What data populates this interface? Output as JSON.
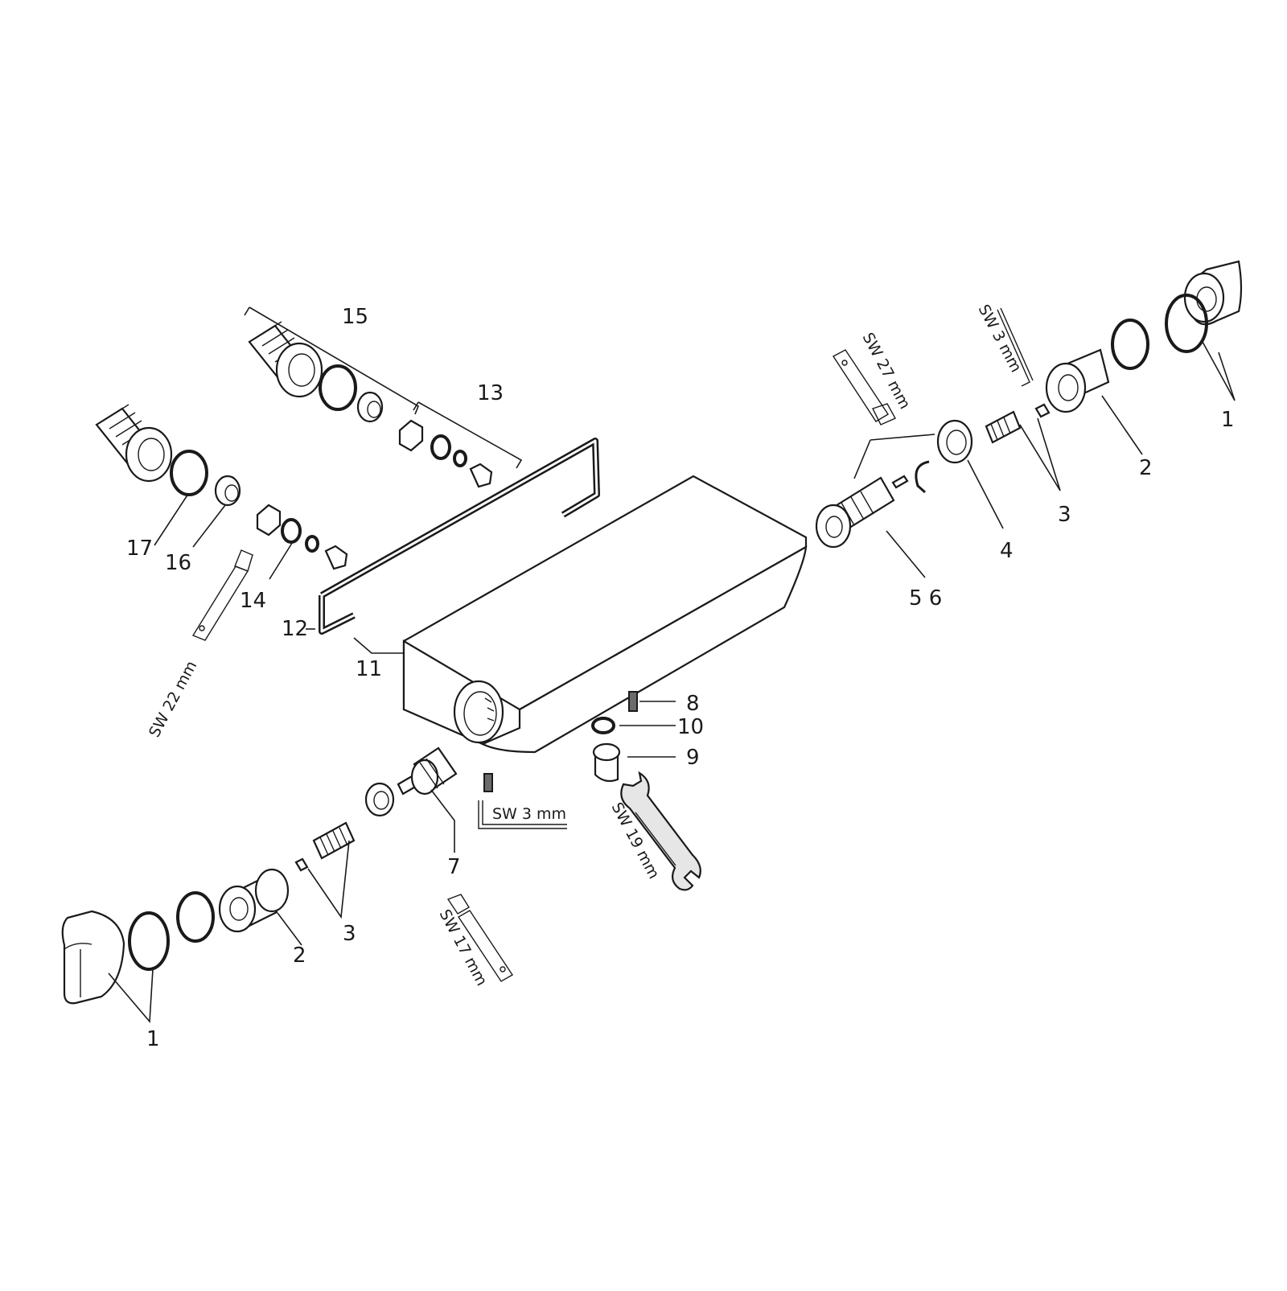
{
  "callouts": {
    "c1_right": "1",
    "c2_right": "2",
    "c3_right": "3",
    "c4": "4",
    "c56": "5 6",
    "c15": "15",
    "c13": "13",
    "c17": "17",
    "c16": "16",
    "c14": "14",
    "c12": "12",
    "c11": "11",
    "c8": "8",
    "c10": "10",
    "c9": "9",
    "c7": "7",
    "c3_left": "3",
    "c2_left": "2",
    "c1_left": "1"
  },
  "tools": {
    "sw27": "SW 27 mm",
    "sw3_top": "SW 3 mm",
    "sw22": "SW 22 mm",
    "sw3_mid": "SW 3 mm",
    "sw19": "SW 19 mm",
    "sw17": "SW 17 mm"
  }
}
